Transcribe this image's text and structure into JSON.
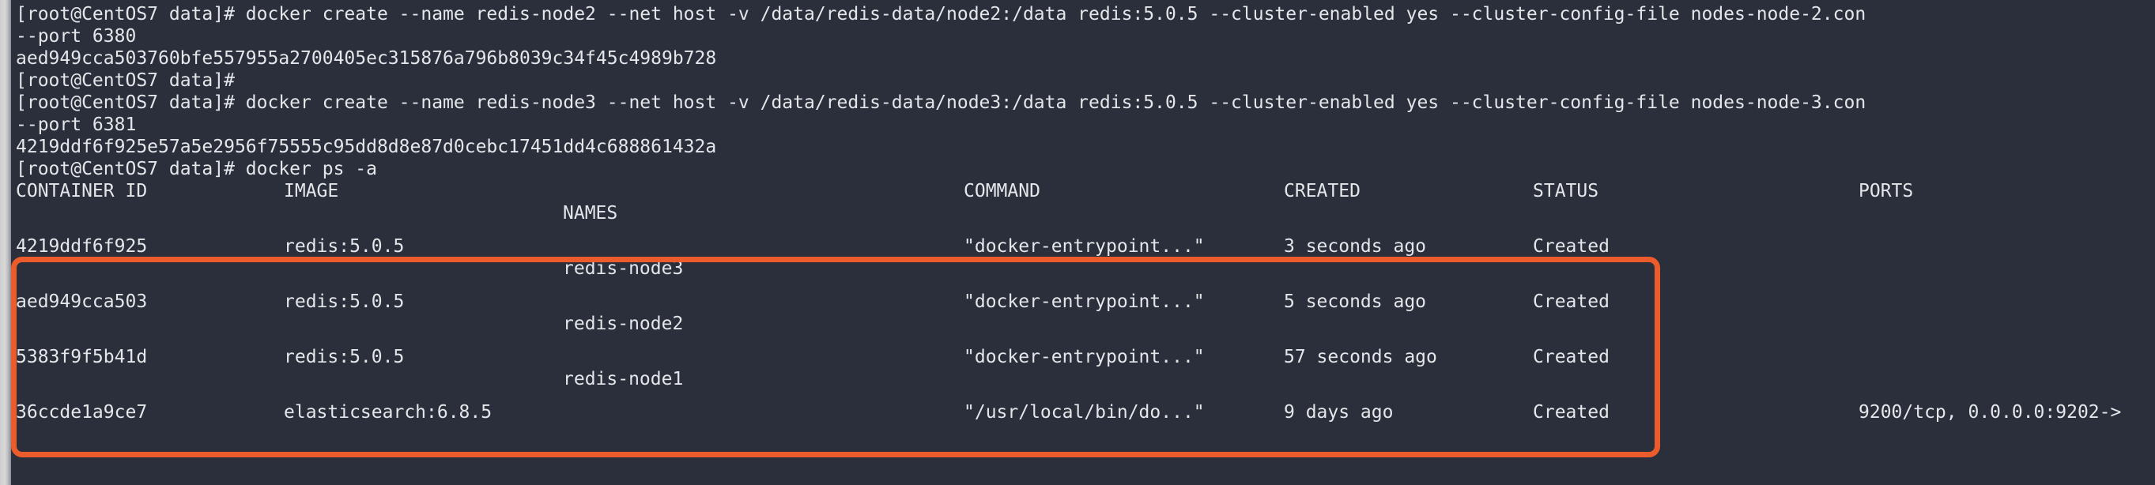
{
  "terminal": {
    "prompt": "[root@CentOS7 data]#",
    "background_color": "#2b2f3b",
    "text_color": "#e4e6ea",
    "highlight_color": "#ec5b2b",
    "lines": [
      {
        "id": "cmd-create-node2",
        "text": "[root@CentOS7 data]# docker create --name redis-node2 --net host -v /data/redis-data/node2:/data redis:5.0.5 --cluster-enabled yes --cluster-config-file nodes-node-2.con"
      },
      {
        "id": "cmd-create-node2-cont",
        "text": "--port 6380"
      },
      {
        "id": "output-id-node2",
        "text": "aed949cca503760bfe557955a2700405ec315876a796b8039c34f45c4989b728"
      },
      {
        "id": "prompt-empty",
        "text": "[root@CentOS7 data]#"
      },
      {
        "id": "cmd-create-node3",
        "text": "[root@CentOS7 data]# docker create --name redis-node3 --net host -v /data/redis-data/node3:/data redis:5.0.5 --cluster-enabled yes --cluster-config-file nodes-node-3.con"
      },
      {
        "id": "cmd-create-node3-cont",
        "text": "--port 6381"
      },
      {
        "id": "output-id-node3",
        "text": "4219ddf6f925e57a5e2956f75555c95dd8d8e87d0cebc17451dd4c688861432a"
      },
      {
        "id": "cmd-docker-ps",
        "text": "[root@CentOS7 data]# docker ps -a"
      }
    ]
  },
  "ps_table": {
    "headers": {
      "container_id": "CONTAINER ID",
      "image": "IMAGE",
      "command": "COMMAND",
      "created": "CREATED",
      "status": "STATUS",
      "ports": "PORTS",
      "names": "NAMES"
    },
    "rows": [
      {
        "container_id": "4219ddf6f925",
        "image": "redis:5.0.5",
        "command": "\"docker-entrypoint...\"",
        "created": "3 seconds ago",
        "status": "Created",
        "ports": "",
        "names": "redis-node3",
        "highlighted": true
      },
      {
        "container_id": "aed949cca503",
        "image": "redis:5.0.5",
        "command": "\"docker-entrypoint...\"",
        "created": "5 seconds ago",
        "status": "Created",
        "ports": "",
        "names": "redis-node2",
        "highlighted": true
      },
      {
        "container_id": "5383f9f5b41d",
        "image": "redis:5.0.5",
        "command": "\"docker-entrypoint...\"",
        "created": "57 seconds ago",
        "status": "Created",
        "ports": "",
        "names": "redis-node1",
        "highlighted": true
      },
      {
        "container_id": "36ccde1a9ce7",
        "image": "elasticsearch:6.8.5",
        "command": "\"/usr/local/bin/do...\"",
        "created": "9 days ago",
        "status": "Created",
        "ports": "9200/tcp, 0.0.0.0:9202->",
        "names": "",
        "highlighted": false
      }
    ]
  }
}
